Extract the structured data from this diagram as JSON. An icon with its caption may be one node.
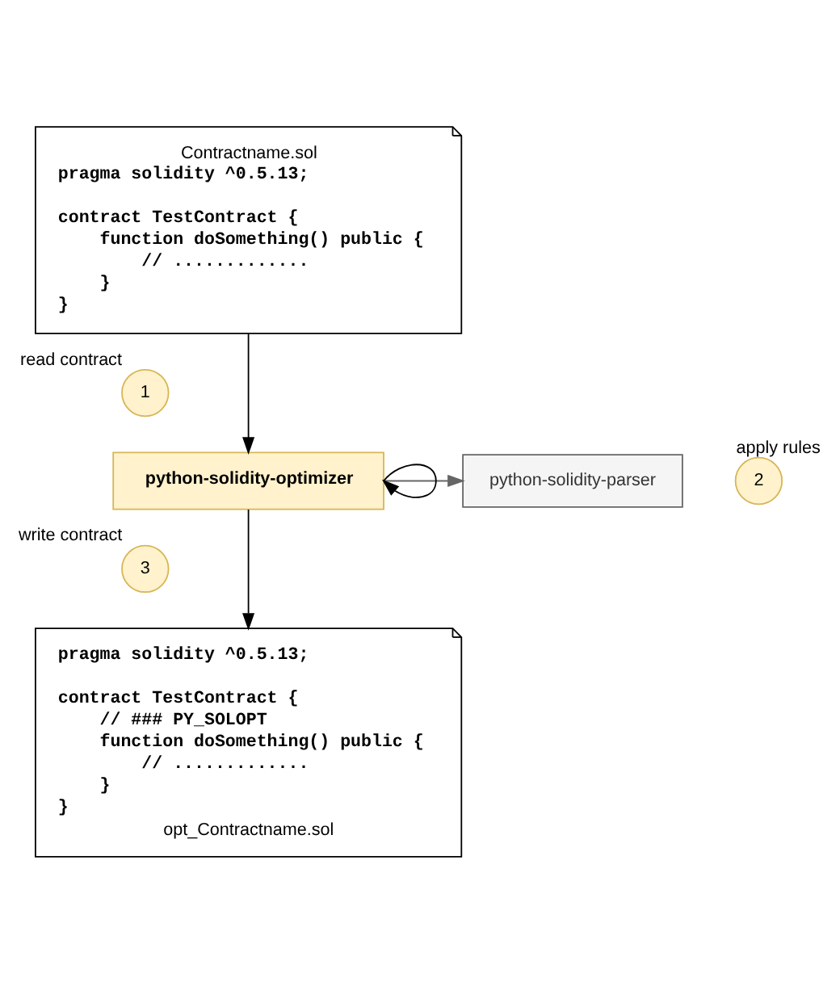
{
  "diagram": {
    "nodes": [
      {
        "text": [
          "Contractname.sol",
          "pragma solidity ^0.5.13;",
          "contract TestContract {",
          "function doSomething() public {",
          "// .............",
          "}",
          "}"
        ]
      },
      {
        "text": [
          "1"
        ],
        "beside": [
          "read contract"
        ]
      },
      {
        "text": [
          "python-solidity-parser"
        ]
      },
      {
        "text": [
          "python-solidity-optimizer"
        ]
      },
      {
        "text": [
          "2"
        ],
        "beside": [
          "apply rules"
        ]
      },
      {
        "text": [
          "3"
        ],
        "beside": [
          "write contract"
        ]
      },
      {
        "text": [
          "pragma solidity ^0.5.13;",
          "contract TestContract {",
          "// ### PY_SOLOPT",
          "function doSomething() public {",
          "// .............",
          "}",
          "}",
          "opt_Contractname.sol"
        ]
      }
    ],
    "edges": [
      {
        "from": 0,
        "to": 3,
        "arrow": "to"
      },
      {
        "from": 3,
        "to": 2,
        "arrow": "to",
        "color": "#666666"
      },
      {
        "from": 3,
        "to": 3,
        "arrow": "to"
      },
      {
        "from": 3,
        "to": 6,
        "arrow": "to"
      }
    ]
  }
}
